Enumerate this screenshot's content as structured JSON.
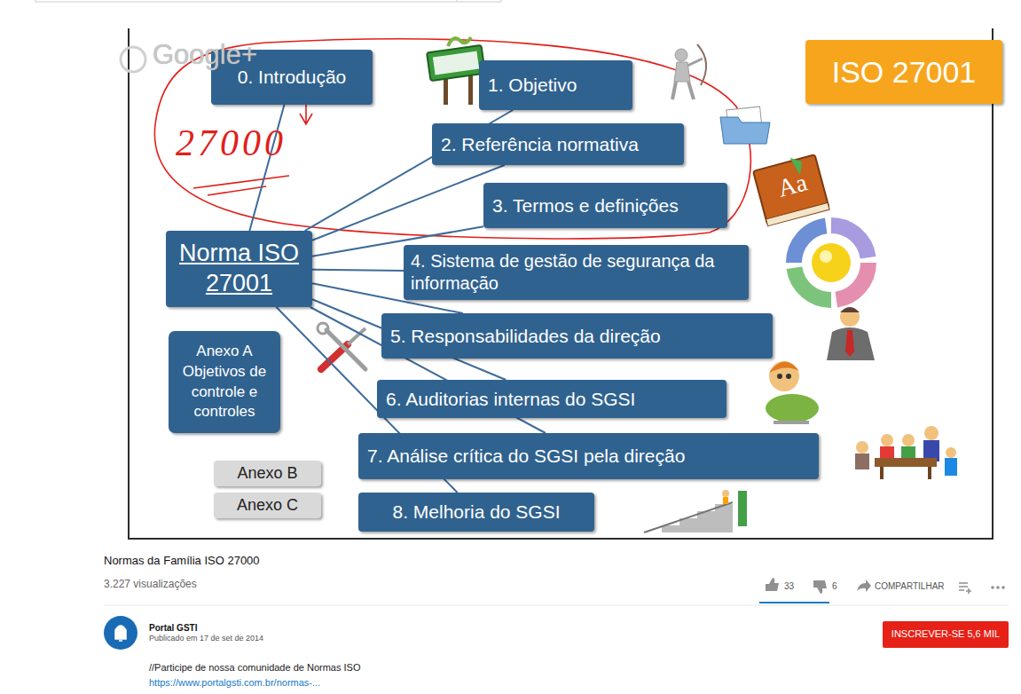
{
  "diagram": {
    "title": "Normas da Família ISO 27000",
    "nodes": [
      {
        "text": [
          "0. Introdução"
        ]
      },
      {
        "text": [
          "1. Objetivo"
        ]
      },
      {
        "text": [
          "ISO 27001"
        ]
      },
      {
        "text": [
          "2. Referência normativa"
        ]
      },
      {
        "text": [
          "3. Termos e definições"
        ]
      },
      {
        "text": [
          "Norma ISO 27001"
        ]
      },
      {
        "text": [
          "4. Sistema de gestão de segurança da informação"
        ]
      },
      {
        "text": [
          "5. Responsabilidades da direção"
        ]
      },
      {
        "text": [
          "Anexo A Objetivos de controle e controles"
        ]
      },
      {
        "text": [
          "6. Auditorias internas do SGSI"
        ]
      },
      {
        "text": [
          "7. Análise crítica do SGSI pela direção"
        ]
      },
      {
        "text": [
          "Anexo B"
        ]
      },
      {
        "text": [
          "Anexo C"
        ]
      },
      {
        "text": [
          "8. Melhoria do SGSI"
        ]
      },
      {
        "text": [
          "INSCREVER-SE 5,6 MIL"
        ]
      }
    ],
    "edges": [
      {
        "from": 5,
        "to": 0,
        "arrow": "none"
      },
      {
        "from": 5,
        "to": 1,
        "arrow": "none"
      },
      {
        "from": 5,
        "to": 3,
        "arrow": "none"
      },
      {
        "from": 5,
        "to": 4,
        "arrow": "none"
      },
      {
        "from": 5,
        "to": 6,
        "arrow": "none"
      },
      {
        "from": 5,
        "to": 7,
        "arrow": "none"
      },
      {
        "from": 5,
        "to": 9,
        "arrow": "none"
      },
      {
        "from": 5,
        "to": 10,
        "arrow": "none"
      },
      {
        "from": 5,
        "to": 13,
        "arrow": "none"
      }
    ],
    "labels": [
      "Google+",
      "27000",
      "Aa",
      "3.227 visualizações",
      "33",
      "6",
      "COMPARTILHAR",
      "Portal GSTI",
      "Publicado em 17 de set de 2014",
      "//Participe de nossa comunidade de Normas ISO",
      "https://www.portalgsti.com.br/normas-..."
    ]
  }
}
